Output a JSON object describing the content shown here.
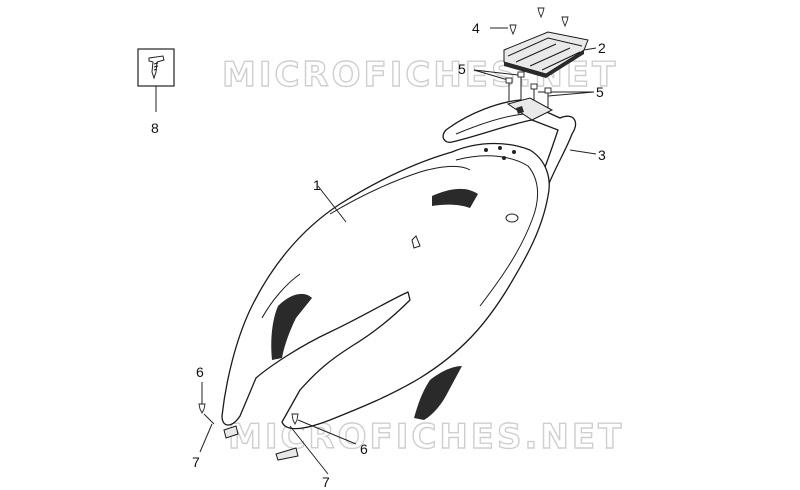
{
  "watermark": "MICROFICHES.NET",
  "callouts": {
    "c1": "1",
    "c2": "2",
    "c3": "3",
    "c4": "4",
    "c5a": "5",
    "c5b": "5",
    "c6a": "6",
    "c6b": "6",
    "c7a": "7",
    "c7b": "7",
    "c8": "8"
  }
}
